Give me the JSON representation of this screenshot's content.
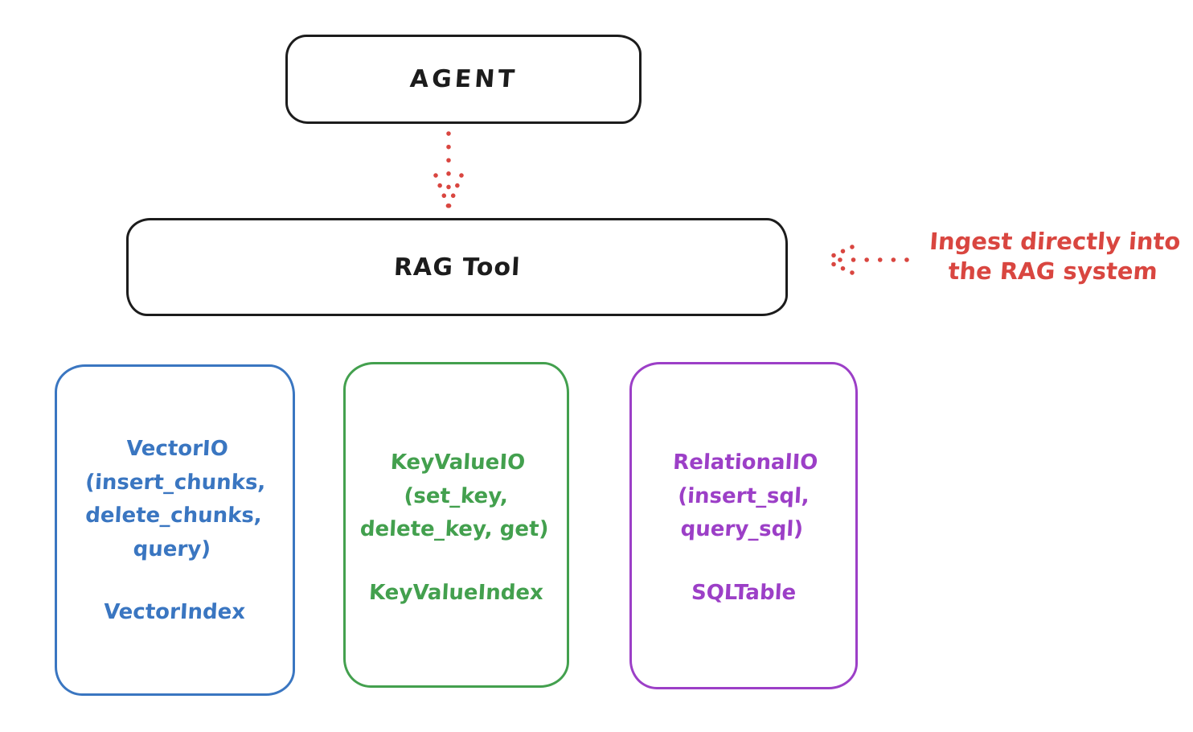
{
  "colors": {
    "ink": "#1c1c1c",
    "red": "#d94640",
    "blue": "#3a76c1",
    "green": "#43a04e",
    "purple": "#9c3fc7",
    "background": "#ffffff"
  },
  "agent_box": {
    "label": "AGENT"
  },
  "rag_tool_box": {
    "label": "RAG Tool"
  },
  "annotation": {
    "text": "Ingest directly into\nthe RAG system"
  },
  "arrows": [
    {
      "name": "agent-to-rag-tool-arrow",
      "style": "dotted",
      "direction": "down",
      "color": "#d94640"
    },
    {
      "name": "ingest-into-rag-arrow",
      "style": "dotted",
      "direction": "left",
      "color": "#d94640"
    }
  ],
  "io_boxes": [
    {
      "id": "vector-io",
      "color": "#3a76c1",
      "title": "VectorIO\n(insert_chunks,\ndelete_chunks,\nquery)",
      "index_label": "VectorIndex"
    },
    {
      "id": "keyvalue-io",
      "color": "#43a04e",
      "title": "KeyValueIO\n(set_key,\ndelete_key, get)",
      "index_label": "KeyValueIndex"
    },
    {
      "id": "relational-io",
      "color": "#9c3fc7",
      "title": "RelationalIO\n(insert_sql,\nquery_sql)",
      "index_label": "SQLTable"
    }
  ]
}
